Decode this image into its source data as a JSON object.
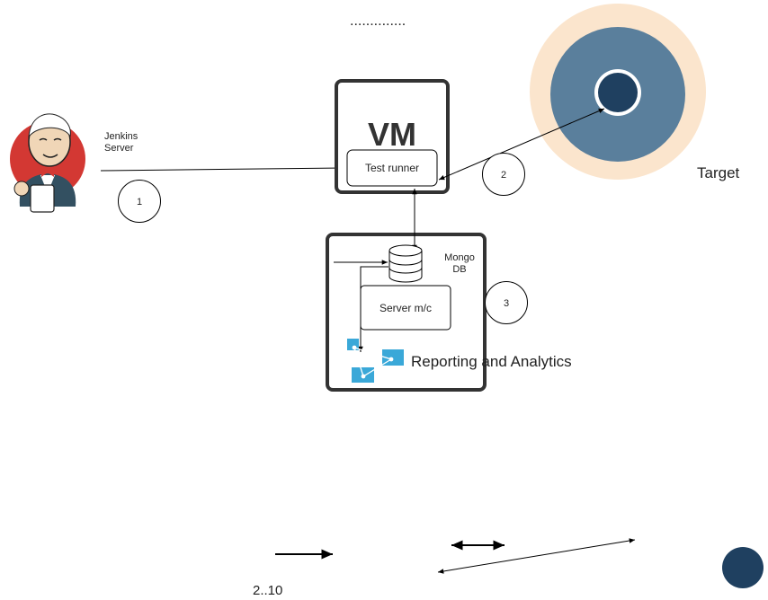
{
  "top_dots": "..............",
  "jenkins": {
    "label_line1": "Jenkins",
    "label_line2": "Server",
    "icon": "jenkins-butler-icon"
  },
  "steps": {
    "one": "1",
    "two": "2",
    "three": "3"
  },
  "vm": {
    "title": "VM",
    "test_runner": "Test runner"
  },
  "server_box": {
    "db_label_line1": "Mongo",
    "db_label_line2": "DB",
    "server": "Server m/c",
    "analytics_icon": "analytics-network-icon",
    "reporting": "Reporting and Analytics"
  },
  "target": {
    "label": "Target",
    "colors": {
      "outer": "#fbe5cd",
      "ring": "#5a7f9c",
      "core": "#1f4060"
    }
  },
  "legend": {
    "count_label": "2..10"
  }
}
